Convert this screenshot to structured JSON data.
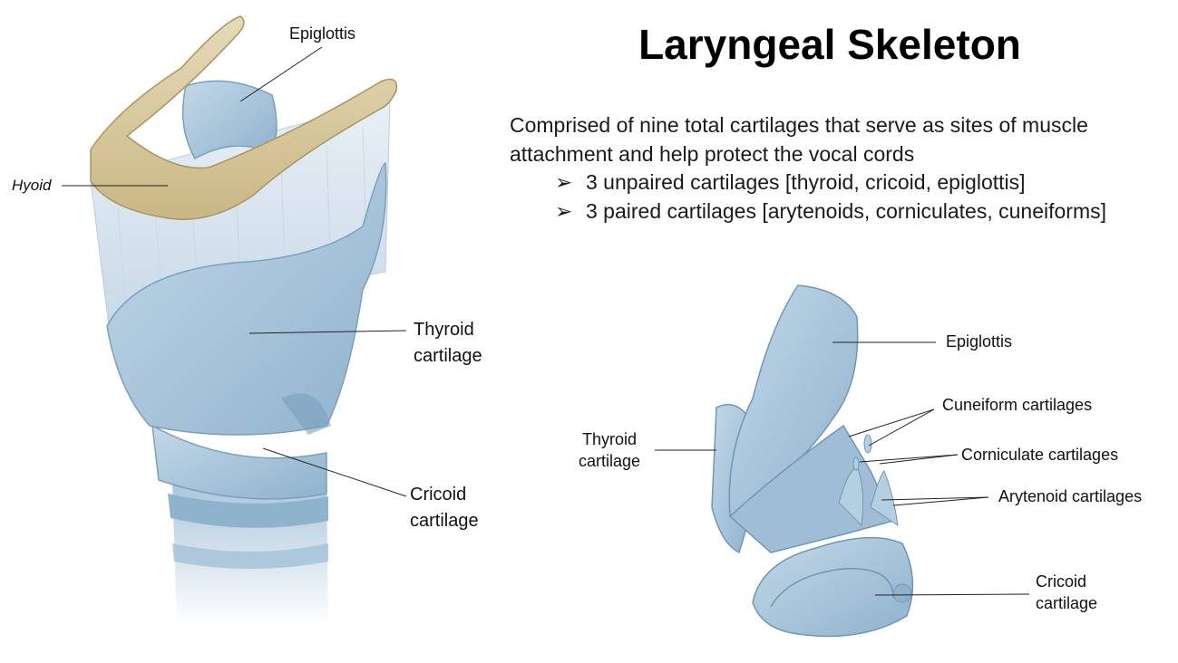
{
  "title": "Laryngeal Skeleton",
  "description": "Comprised of nine total cartilages that serve as sites of muscle attachment and help protect the vocal cords",
  "bullets": [
    "3 unpaired cartilages [thyroid, cricoid, epiglottis]",
    "3 paired cartilages [arytenoids, corniculates, cuneiforms]"
  ],
  "bullet_icon": "arrow-bullet-icon",
  "left_figure": {
    "labels": {
      "epiglottis": "Epiglottis",
      "hyoid": "Hyoid",
      "thyroid_line1": "Thyroid",
      "thyroid_line2": "cartilage",
      "cricoid_line1": "Cricoid",
      "cricoid_line2": "cartilage"
    }
  },
  "right_figure": {
    "labels": {
      "epiglottis": "Epiglottis",
      "cuneiform": "Cuneiform cartilages",
      "corniculate": "Corniculate cartilages",
      "arytenoid": "Arytenoid cartilages",
      "thyroid_line1": "Thyroid",
      "thyroid_line2": "cartilage",
      "cricoid_line1": "Cricoid",
      "cricoid_line2": "cartilage"
    }
  },
  "colors": {
    "cartilage": "#a9c6dc",
    "cartilage_dark": "#6f96b6",
    "bone": "#d8c9a0",
    "membrane": "#dfe8f2"
  }
}
